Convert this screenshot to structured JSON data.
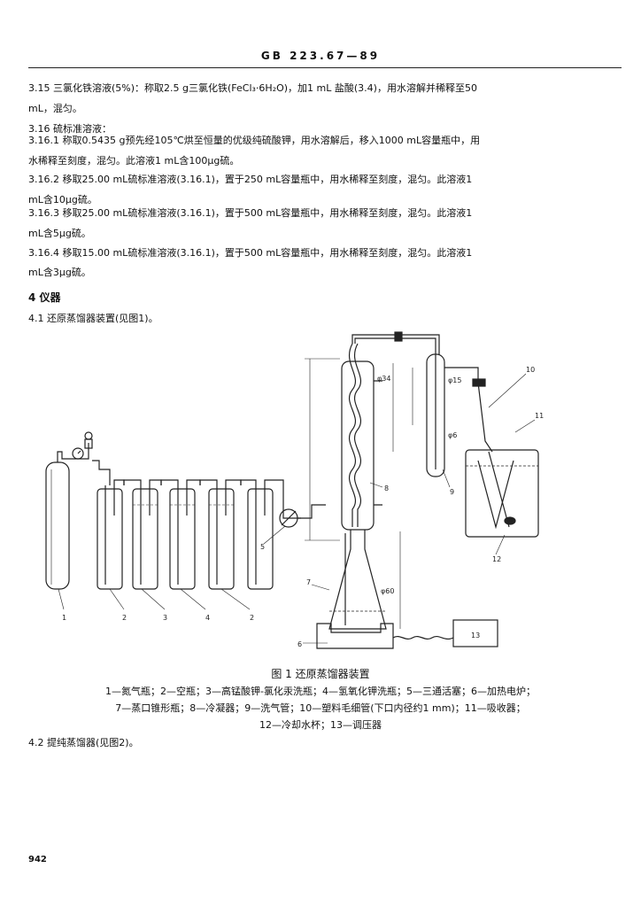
{
  "header": {
    "code": "GB 223.67—89"
  },
  "paragraphs": [
    "3.15  三氯化铁溶液(5%)：称取2.5 g三氯化铁(FeCl₃·6H₂O)，加1 mL 盐酸(3.4)，用水溶解并稀释至50",
    "mL，混匀。",
    "3.16  硫标准溶液：",
    "3.16.1  称取0.5435 g预先经105℃烘至恒量的优级纯硫酸钾，用水溶解后，移入1000 mL容量瓶中，用",
    "水稀释至刻度，混匀。此溶液1 mL含100μg硫。",
    "3.16.2  移取25.00 mL硫标准溶液(3.16.1)，置于250 mL容量瓶中，用水稀释至刻度，混匀。此溶液1",
    "mL含10μg硫。",
    "3.16.3  移取25.00 mL硫标准溶液(3.16.1)，置于500 mL容量瓶中，用水稀释至刻度，混匀。此溶液1",
    "mL含5μg硫。",
    "3.16.4  移取15.00 mL硫标准溶液(3.16.1)，置于500 mL容量瓶中，用水稀释至刻度，混匀。此溶液1",
    "mL含3μg硫。"
  ],
  "section4": {
    "title": "4  仪器"
  },
  "item41": "4.1  还原蒸馏器装置(见图1)。",
  "figure": {
    "title": "图 1  还原蒸馏器装置",
    "legend": [
      "1—氮气瓶；2—空瓶；3—高锰酸钾-氯化汞洗瓶；4—氢氧化钾洗瓶；5—三通活塞；6—加热电炉；",
      "7—蒸口锥形瓶；8—冷凝器；9—洗气管；10—塑料毛细管(下口内径约1 mm)；11—吸收器；",
      "12—冷却水杯；13—调压器"
    ],
    "labels": {
      "n1": "1",
      "n2a": "2",
      "n3": "3",
      "n4": "4",
      "n2b": "2",
      "n5": "5",
      "n6": "6",
      "n7": "7",
      "n8": "8",
      "n9": "9",
      "n10": "10",
      "n11": "11",
      "n12": "12",
      "n13": "13",
      "d34": "φ34",
      "d15": "φ15",
      "d6": "φ6",
      "d60": "φ60"
    }
  },
  "item42": "4.2  提纯蒸馏器(见图2)。",
  "page_number": "942"
}
